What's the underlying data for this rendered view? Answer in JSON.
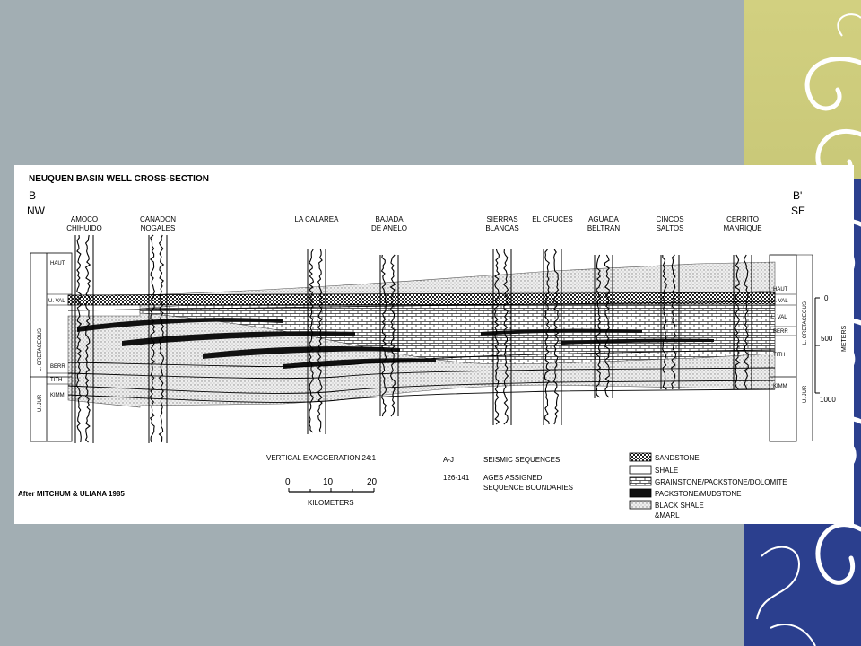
{
  "figure": {
    "title": "NEUQUEN BASIN WELL CROSS-SECTION",
    "left_end": {
      "label": "B",
      "direction": "NW"
    },
    "right_end": {
      "label": "B'",
      "direction": "SE"
    },
    "wells": [
      {
        "id": "amoco",
        "lines": [
          "AMOCO",
          "CHIHUIDO"
        ]
      },
      {
        "id": "canadon",
        "lines": [
          "CANADON",
          "NOGALES"
        ]
      },
      {
        "id": "calarea",
        "lines": [
          "LA CALAREA"
        ]
      },
      {
        "id": "bajada",
        "lines": [
          "BAJADA",
          "DE ANELO"
        ]
      },
      {
        "id": "sierras",
        "lines": [
          "SIERRAS",
          "BLANCAS"
        ]
      },
      {
        "id": "cruces",
        "lines": [
          "EL CRUCES"
        ]
      },
      {
        "id": "aguada",
        "lines": [
          "AGUADA",
          "BELTRAN"
        ]
      },
      {
        "id": "cincos",
        "lines": [
          "CINCOS",
          "SALTOS"
        ]
      },
      {
        "id": "cerrito",
        "lines": [
          "CERRITO",
          "MANRIQUE"
        ]
      }
    ],
    "left_stages": [
      "HAUT",
      "U. VAL",
      "BERR",
      "TITH",
      "KIMM"
    ],
    "left_periods": [
      "L. CRETACEOUS",
      "U. JUR"
    ],
    "right_stages": [
      "HAUT",
      "U. VAL",
      "L. VAL",
      "BERR",
      "TITH",
      "KIMM"
    ],
    "right_periods": [
      "L. CRETACEOUS",
      "U. JUR"
    ],
    "depth_scale": {
      "unit": "METERS",
      "ticks": [
        "0",
        "500",
        "1000"
      ]
    },
    "notes": {
      "vertical_exaggeration": "VERTICAL EXAGGERATION  24:1",
      "seismic_key": "A-J",
      "seismic_text": "SEISMIC SEQUENCES",
      "ages_key": "126-141",
      "ages_text_1": "AGES ASSIGNED",
      "ages_text_2": "SEQUENCE BOUNDARIES"
    },
    "km_scale": {
      "ticks": [
        "0",
        "10",
        "20"
      ],
      "label": "KILOMETERS"
    },
    "legend": [
      {
        "id": "sandstone",
        "lines": [
          "SANDSTONE"
        ]
      },
      {
        "id": "shale",
        "lines": [
          "SHALE"
        ]
      },
      {
        "id": "grainstone",
        "lines": [
          "GRAINSTONE/PACKSTONE/DOLOMITE"
        ]
      },
      {
        "id": "packstone",
        "lines": [
          "PACKSTONE/MUDSTONE"
        ]
      },
      {
        "id": "blackshale",
        "lines": [
          "BLACK SHALE",
          "&MARL"
        ]
      }
    ],
    "credit": "After MITCHUM & ULIANA  1985"
  }
}
